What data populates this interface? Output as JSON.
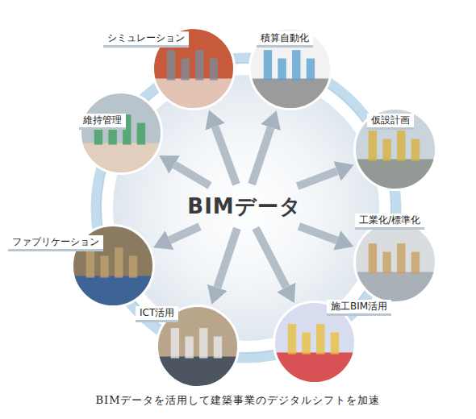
{
  "diagram": {
    "caption": "BIMデータを活用して建築事業のデジタルシフトを加速",
    "nodes": [
      {
        "text": [
          "BIMデータ"
        ]
      },
      {
        "text": [
          "シミュレーション"
        ]
      },
      {
        "text": [
          "積算自動化"
        ]
      },
      {
        "text": [
          "仮設計画"
        ]
      },
      {
        "text": [
          "工業化/標準化"
        ]
      },
      {
        "text": [
          "施工BIM活用"
        ]
      },
      {
        "text": [
          "ICT活用"
        ]
      },
      {
        "text": [
          "ファブリケーション"
        ]
      },
      {
        "text": [
          "維持管理"
        ]
      }
    ],
    "edges": [
      {
        "from": 0,
        "to": 1,
        "arrow": "to"
      },
      {
        "from": 0,
        "to": 2,
        "arrow": "to"
      },
      {
        "from": 0,
        "to": 3,
        "arrow": "to"
      },
      {
        "from": 0,
        "to": 4,
        "arrow": "to"
      },
      {
        "from": 0,
        "to": 5,
        "arrow": "to"
      },
      {
        "from": 0,
        "to": 6,
        "arrow": "to"
      },
      {
        "from": 0,
        "to": 7,
        "arrow": "to"
      },
      {
        "from": 0,
        "to": 8,
        "arrow": "to"
      }
    ]
  }
}
